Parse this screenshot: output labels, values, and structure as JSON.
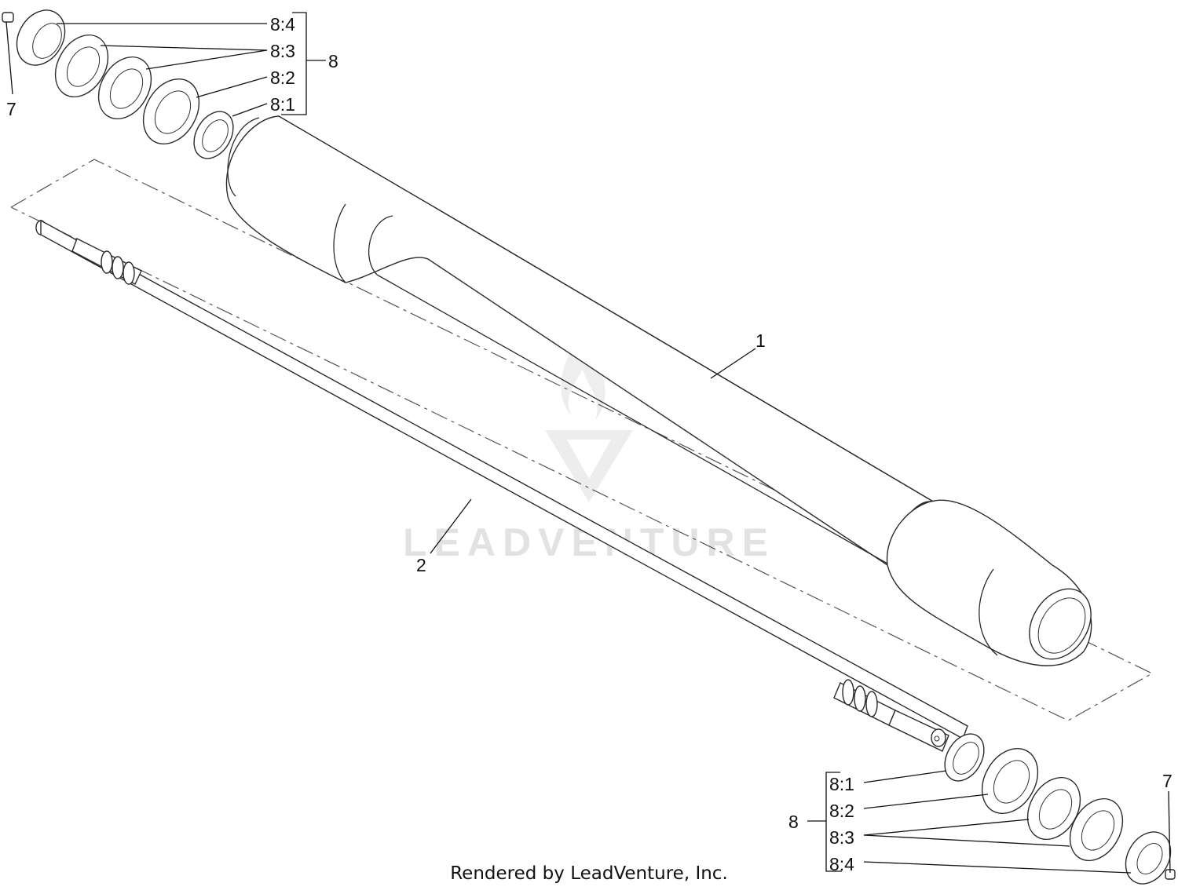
{
  "callouts": {
    "roller": "1",
    "shaft": "2",
    "grease_fitting_top": "7",
    "grease_fitting_bottom": "7",
    "bearing_kit_top": "8",
    "bearing_kit_bottom": "8"
  },
  "kit_top": [
    "8:4",
    "8:3",
    "8:2",
    "8:1"
  ],
  "kit_bottom": [
    "8:1",
    "8:2",
    "8:3",
    "8:4"
  ],
  "watermark": {
    "text": "LEADVENTURE"
  },
  "footer": {
    "text": "Rendered by LeadVenture, Inc."
  }
}
